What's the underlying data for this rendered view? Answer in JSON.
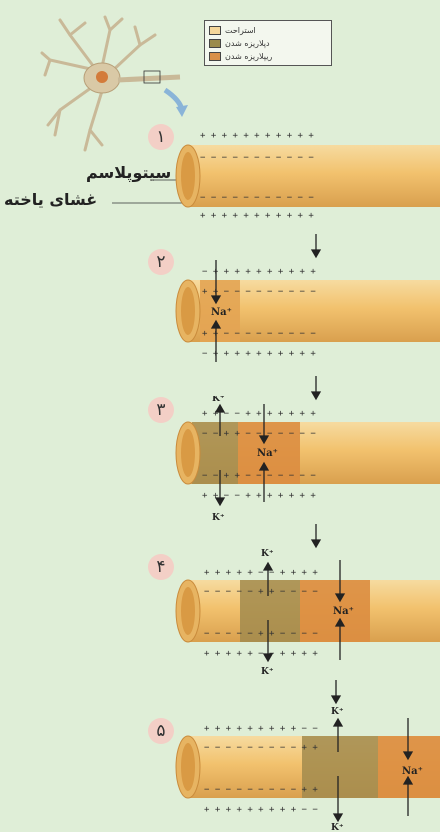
{
  "legend": {
    "items": [
      {
        "label": "استراحت",
        "color": "#f5d79a"
      },
      {
        "label": "دپلاریزه شدن",
        "color": "#9b8b4a"
      },
      {
        "label": "ریپلاریزه شدن",
        "color": "#d99048"
      }
    ]
  },
  "labels": {
    "cytoplasm": "سیتوپلاسم",
    "membrane": "غشای یاخته"
  },
  "steps": [
    {
      "number": "۱"
    },
    {
      "number": "۲"
    },
    {
      "number": "۳"
    },
    {
      "number": "۴"
    },
    {
      "number": "۵"
    }
  ],
  "ions": {
    "sodium": "Na⁺",
    "potassium": "K⁺"
  },
  "charges": {
    "plus": "+",
    "minus": "−"
  },
  "colors": {
    "background": "#dfeed7",
    "resting": "#f2c878",
    "depolarized": "#9e8a4c",
    "repolarized": "#d98a3e"
  }
}
